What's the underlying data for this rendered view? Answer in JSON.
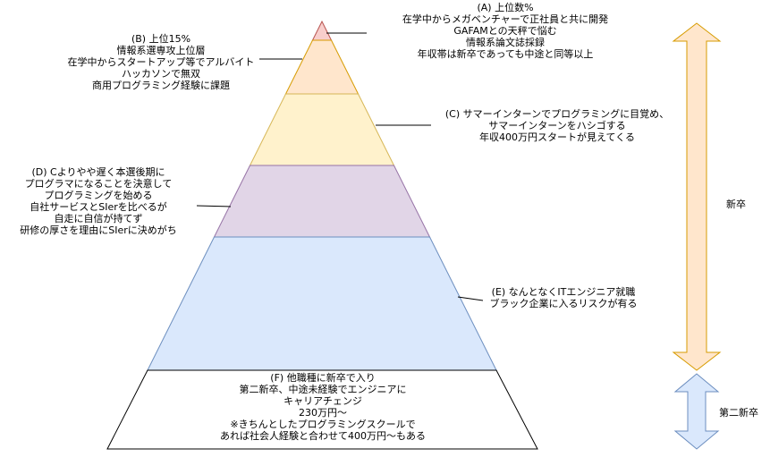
{
  "tiers": [
    {
      "id": "a",
      "fill": "#f8cecc",
      "stroke": "#b85450",
      "lines": [
        "(A) 上位数%",
        "在学中からメガベンチャーで正社員と共に開発",
        "GAFAMとの天秤で悩む",
        "情報系論文誌採録",
        "年収帯は新卒であっても中途と同等以上"
      ]
    },
    {
      "id": "b",
      "fill": "#ffe6cc",
      "stroke": "#d79b00",
      "lines": [
        "(B) 上位15%",
        "情報系選専攻上位層",
        "在学中からスタートアップ等でアルバイト",
        "ハッカソンで無双",
        "商用プログラミング経験に課題"
      ]
    },
    {
      "id": "c",
      "fill": "#fff2cc",
      "stroke": "#d6b656",
      "lines": [
        "(C) サマーインターンでプログラミングに目覚め、",
        "サマーインターンをハシゴする",
        "年収400万円スタートが見えてくる"
      ]
    },
    {
      "id": "d",
      "fill": "#e1d5e7",
      "stroke": "#9673a6",
      "lines": [
        "(D) Cよりやや遅く本選後期に",
        "プログラマになることを決意して",
        "プログラミングを始める",
        "自社サービスとSIerを比べるが",
        "自走に自信が持てず",
        "研修の厚さを理由にSIerに決めがち"
      ]
    },
    {
      "id": "e",
      "fill": "#dae8fc",
      "stroke": "#6c8ebf",
      "lines": [
        "(E) なんとなくITエンジニア就職",
        "ブラック企業に入るリスクが有る"
      ]
    },
    {
      "id": "f",
      "fill": "#ffffff",
      "stroke": "#000000",
      "lines": [
        "(F) 他職種に新卒で入り",
        "第二新卒、中途未経験でエンジニアに",
        "キャリアチェンジ",
        "230万円～",
        "※きちんとしたプログラミングスクールで",
        "あれば社会人経験と合わせて400万円～もある"
      ]
    }
  ],
  "arrows": [
    {
      "id": "shinsotsu",
      "label": "新卒",
      "fill": "#ffe6cc",
      "stroke": "#d79b00"
    },
    {
      "id": "dainishinsotsu",
      "label": "第二新卒",
      "fill": "#dae8fc",
      "stroke": "#6c8ebf"
    }
  ]
}
